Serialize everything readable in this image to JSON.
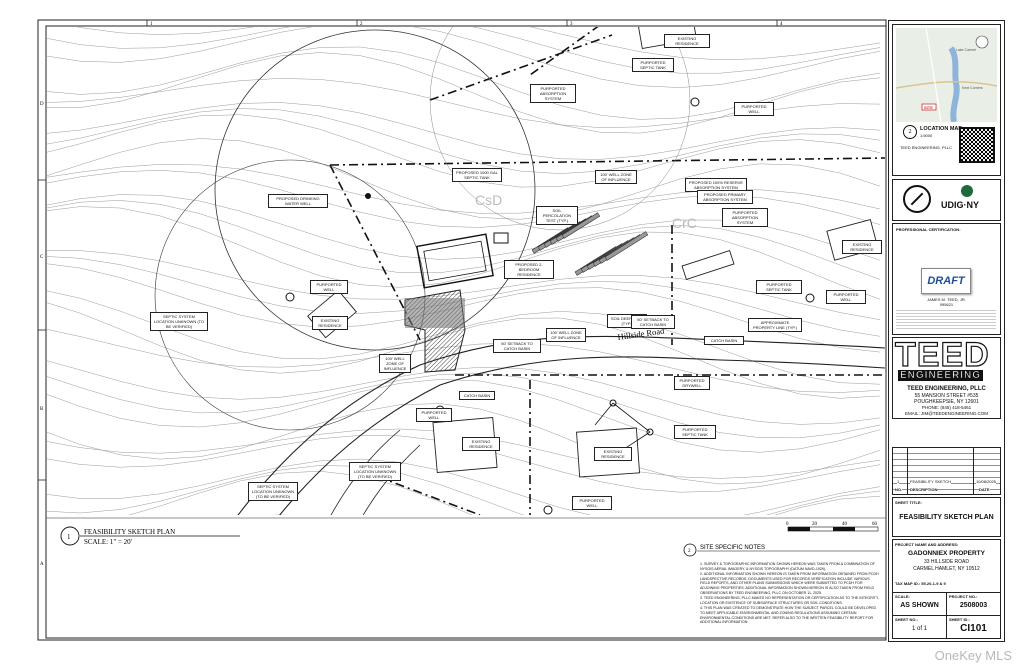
{
  "title_block": {
    "location_map_label": "LOCATION MAP",
    "location_map_num": "2",
    "location_map_site": "SITE",
    "location_map_scale": "1:5000",
    "location_map_places": [
      "Lake Carmel",
      "Kent Corners"
    ],
    "udig_label": "UDIG·NY",
    "cert_heading": "PROFESSIONAL CERTIFICATION:",
    "draft_label": "DRAFT",
    "engineer_name": "JAMES M. TEED, JR.",
    "engineer_num": "095621",
    "teed_logo": "TEED",
    "engineering_logo": "ENGINEERING",
    "company_name": "TEED ENGINEERING, PLLC",
    "company_street": "55 MANSION STREET #535",
    "company_city": "POUGHKEEPSIE, NY 12601",
    "company_phone": "PHONE: (845) 418-5461",
    "company_email": "EMAIL: JIM@TEEDENGINEERING.COM",
    "revision_rows": [
      {
        "num": "1",
        "desc": "FEASIBILITY SKETCH",
        "date": "10/08/2025"
      },
      {
        "num": "NO.",
        "desc": "DESCRIPTION",
        "date": "DATE"
      }
    ],
    "sheet_title_label": "SHEET TITLE:",
    "sheet_title": "FEASIBILITY SKETCH PLAN",
    "project_label": "PROJECT NAME AND ADDRESS:",
    "project_name": "GADONNIEX PROPERTY",
    "project_street": "33 HILLSIDE ROAD",
    "project_city": "CARMEL HAMLET, NY 10512",
    "tax_map": "TAX MAP ID.: 55.20-1-9 & 9",
    "scale_label": "SCALE:",
    "scale_value": "AS SHOWN",
    "project_no_label": "PROJECT NO.:",
    "project_no": "2508003",
    "sheet_no_label": "SHEET NO.:",
    "sheet_no": "1 of 1",
    "sheet_id_label": "SHEET ID.:",
    "sheet_id": "CI101"
  },
  "plan": {
    "title_num": "1",
    "title": "FEASIBILITY SKETCH PLAN",
    "scale": "SCALE: 1\" = 20'",
    "scale_ticks": [
      "0",
      "20",
      "40",
      "60"
    ],
    "grid_cols": [
      "1",
      "2",
      "3",
      "4"
    ],
    "grid_rows": [
      "D",
      "C",
      "B",
      "A"
    ],
    "road_label": "Hillside Road",
    "soil_labels": [
      "CsD",
      "CrC"
    ],
    "callouts": [
      "EXISTING RESIDENCE",
      "PURPORTED SEPTIC TANK",
      "PURPORTED ABSORPTION SYSTEM",
      "PURPORTED WELL",
      "PROPOSED 1000 GAL SEPTIC TANK",
      "100' WELL ZONE OF INFLUENCE",
      "PROPOSED 100% RESERVE ABSORPTION SYSTEM",
      "PROPOSED DRINKING WATER WELL",
      "SOIL PERCOLATION TEST (TYP.)",
      "PROPOSED PRIMARY ABSORPTION SYSTEM",
      "PURPORTED ABSORPTION SYSTEM",
      "EXISTING RESIDENCE",
      "PURPORTED WELL",
      "PROPOSED 2-BEDROOM RESIDENCE",
      "PURPORTED SEPTIC TANK",
      "PURPORTED WELL",
      "EXISTING RESIDENCE",
      "SOIL DEEP TEST (TYP.)",
      "50' SETBACK TO CATCH BASIN",
      "APPROXIMATE PROPERTY LINE (TYP.)",
      "SEPTIC SYSTEM LOCATION UNKNOWN (TO BE VERIFIED)",
      "100' WELL ZONE OF INFLUENCE",
      "50' SETBACK TO CATCH BASIN",
      "100' WELL ZONE OF INFLUENCE",
      "CATCH BASIN",
      "PURPORTED DRYWELL",
      "CATCH BASIN",
      "PURPORTED WELL",
      "EXISTING RESIDENCE",
      "PURPORTED SEPTIC TANK",
      "EXISTING RESIDENCE",
      "SEPTIC SYSTEM LOCATION UNKNOWN (TO BE VERIFIED)",
      "SEPTIC SYSTEM LOCATION UNKNOWN (TO BE VERIFIED)",
      "PURPORTED WELL"
    ]
  },
  "notes": {
    "num": "2",
    "title": "SITE SPECIFIC NOTES",
    "items": [
      "1. SURVEY & TOPOGRAPHIC INFORMATION SHOWN HEREON WAS TAKEN FROM A COMBINATION OF NYSGIS AERIAL IMAGERY, & NYSGIS TOPOGRAPHY (DATUM NAVD-1929).",
      "2. ADDITIONAL INFORMATION SHOWN HEREON IS TAKEN FROM INFORMATION OBTAINED FROM PCDH LANDSPECTIVE RECORDS, DOCUMENTS USED FOR RECORDS VERIFICATION INCLUDE VARIOUS FIELD REPORTS, AND OTHER PLANS SUBMISSIONS WHICH WERE SUBMITTED TO PCDH FOR ADJOINING PROPERTIES. ADDITIONAL INFORMATION SHOWN HEREON IS ALSO TAKEN FROM FIELD OBSERVATIONS BY TEED ENGINEERING, PLLC ON OCTOBER 11, 2025.",
      "3. TEED ENGINEERING, PLLC MAKES NO REPRESENTATION OR CERTIFICATION AS TO THE INTEGRITY, LOCATION OR EXISTENCE OF SUBSURFACE STRUCTURES OR SOIL CONDITIONS.",
      "4. THIS PLAN WAS CREATED TO DEMONSTRATE HOW THE SUBJECT PARCEL COULD BE DEVELOPED TO MEET APPLICABLE ENVIRONMENTAL AND ZONING REGULATIONS ASSUMING CERTAIN ENVIRONMENTAL CONDITIONS ARE MET. REFER ALSO TO THE WRITTEN FEASIBILITY REPORT FOR ADDITIONAL INFORMATION."
    ]
  },
  "watermark": "OneKey MLS",
  "colors": {
    "ink": "#111111",
    "contour": "#9a9a9a",
    "hatch": "#555555",
    "draft_blue": "#1f4e9a"
  }
}
